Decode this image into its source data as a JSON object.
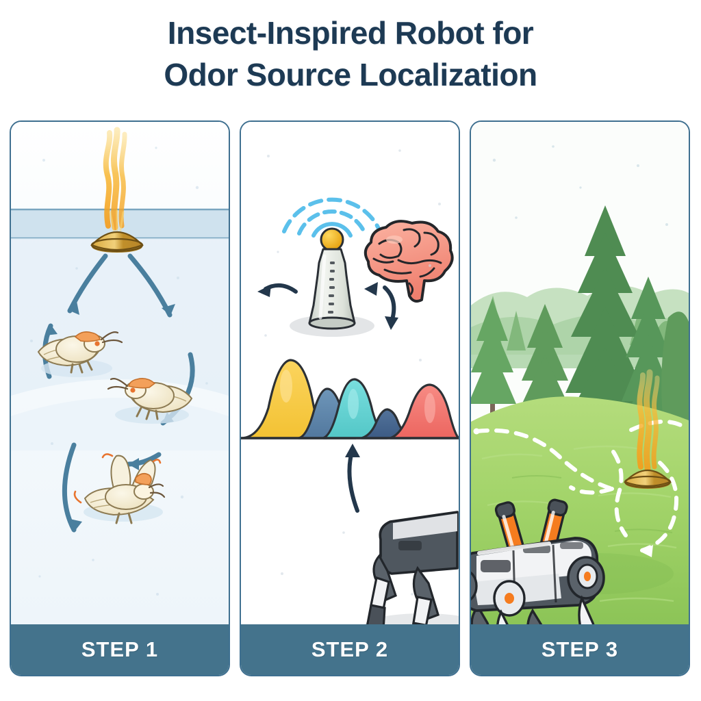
{
  "title": {
    "line1": "Insect-Inspired Robot for",
    "line2": "Odor Source Localization"
  },
  "colors": {
    "title_text": "#1d3a54",
    "panel_border": "#3f7090",
    "footer_bg": "#44738c",
    "footer_text": "#ffffff",
    "arrow_blue": "#4a7f9e",
    "arrow_navy": "#23374b",
    "plume_orange": "#f5a623",
    "plume_yellow": "#fbd46d",
    "cone_gold": "#c9952e",
    "moth_body": "#f3ecd6",
    "moth_head_orange": "#f08a3c",
    "brain_pink": "#f49383",
    "sensor_body": "#dfe4dd",
    "sensor_orb": "#f2b705",
    "signal_blue": "#5bc0eb",
    "grass_green": "#9ed163",
    "tree_green": "#5f9b5c",
    "panel1_bg": "#f2f8fc",
    "panel1_band": "#cfe2ee",
    "robot_white": "#f2f3f5",
    "robot_dark": "#4a5159",
    "robot_sensor_orange": "#f57c1f",
    "path_white": "#ffffff"
  },
  "panels": [
    {
      "id": "panel-1",
      "step_label": "STEP 1",
      "scene": "silkmoth-odor-tracking",
      "elements": [
        "odor-plume",
        "odor-source-cone",
        "silkmoth-left",
        "silkmoth-right",
        "silkmoth-bottom",
        "circular-arrows"
      ]
    },
    {
      "id": "panel-2",
      "step_label": "STEP 2",
      "scene": "sensor-brain-model",
      "elements": [
        "odor-sensor-device",
        "signal-waves",
        "brain-model",
        "navy-arrows",
        "probability-distribution-chart"
      ]
    },
    {
      "id": "panel-3",
      "step_label": "STEP 3",
      "scene": "field-deployment",
      "elements": [
        "pine-forest",
        "grass-field",
        "search-path-dashed",
        "quadruped-robot",
        "robot-antenna-sensors",
        "odor-source-cone",
        "odor-plume"
      ]
    }
  ],
  "chart_data": {
    "type": "area",
    "title": "",
    "xlabel": "",
    "ylabel": "",
    "grid": false,
    "legend": "none",
    "categories": [
      "peak-1",
      "peak-2",
      "peak-3",
      "peak-4",
      "peak-5"
    ],
    "series": [
      {
        "name": "distribution-yellow",
        "color": "#f5c542",
        "center": 0.14,
        "height": 0.95,
        "width": 0.19
      },
      {
        "name": "distribution-steelblue",
        "color": "#5b85ab",
        "center": 0.32,
        "height": 0.68,
        "width": 0.14
      },
      {
        "name": "distribution-teal",
        "color": "#5fd0d0",
        "center": 0.46,
        "height": 0.8,
        "width": 0.13
      },
      {
        "name": "distribution-navy",
        "color": "#44658f",
        "center": 0.62,
        "height": 0.36,
        "width": 0.1
      },
      {
        "name": "distribution-coral",
        "color": "#f0746e",
        "center": 0.8,
        "height": 0.72,
        "width": 0.16
      }
    ],
    "values": [
      0.95,
      0.68,
      0.8,
      0.36,
      0.72
    ],
    "ylim": [
      0,
      1
    ]
  }
}
